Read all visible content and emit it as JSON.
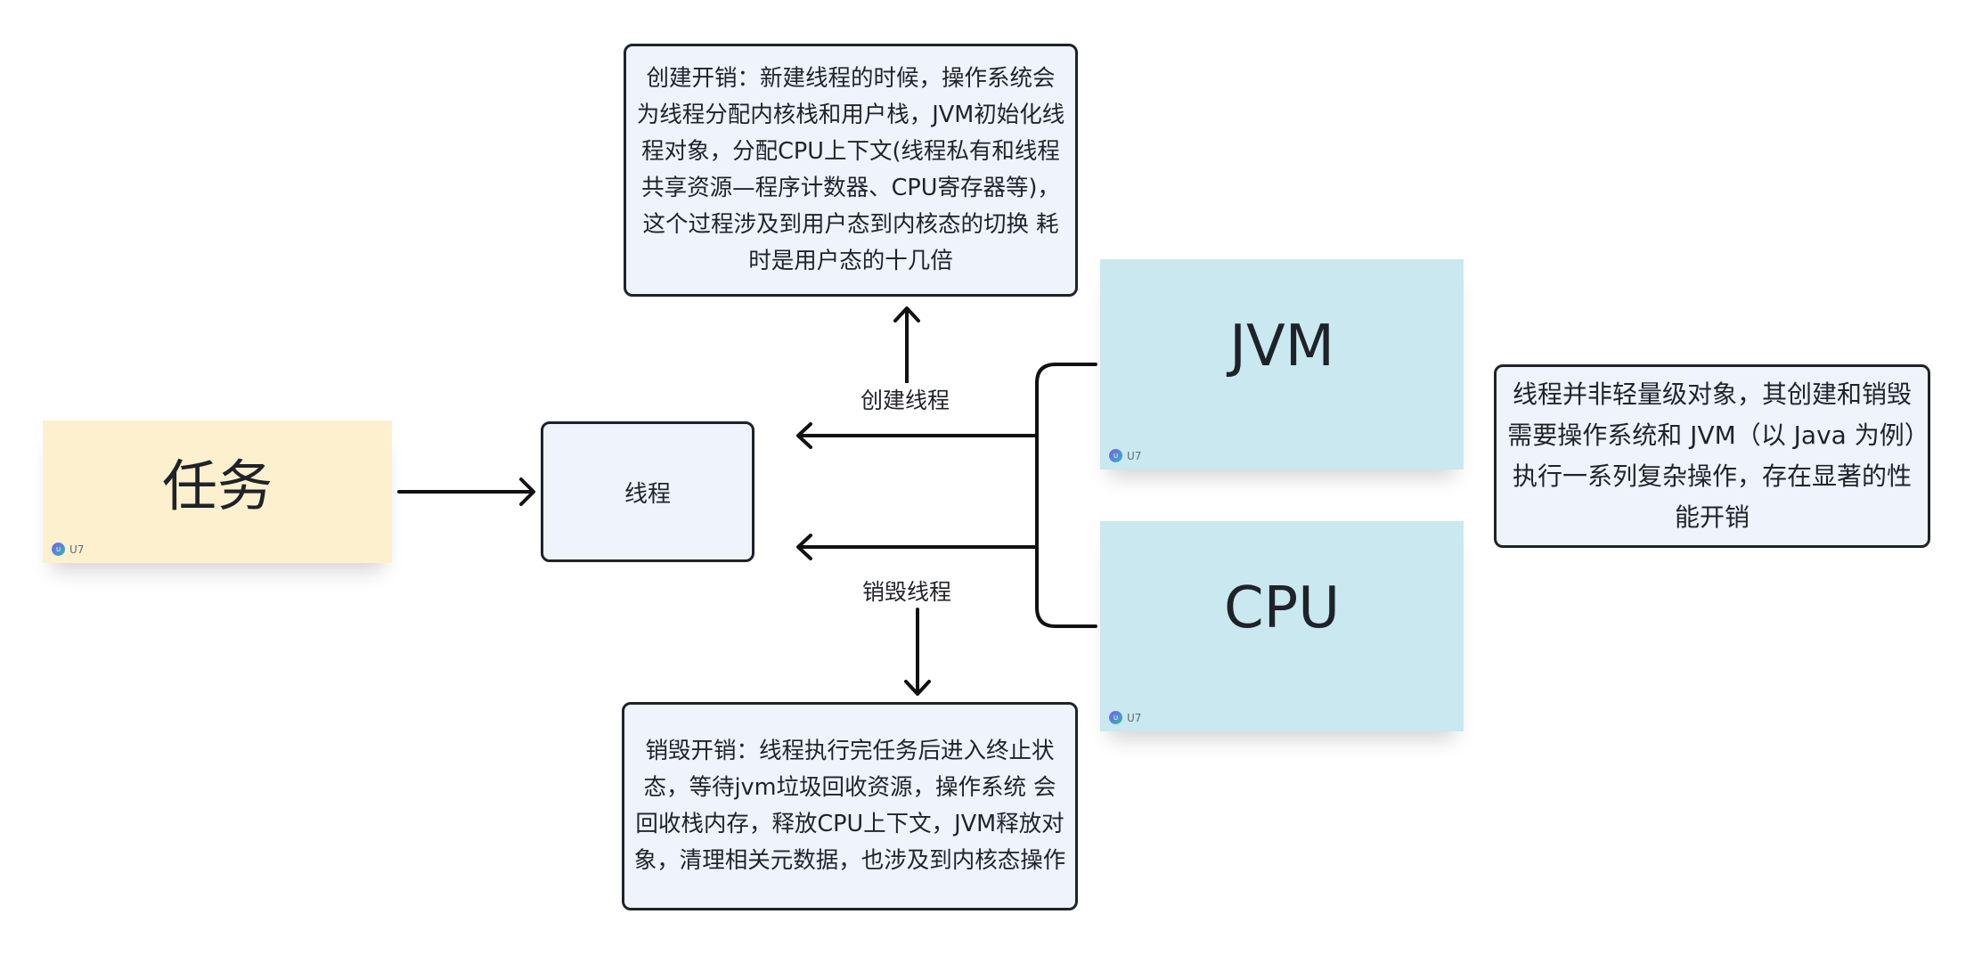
{
  "diagram": {
    "nodes": {
      "task": {
        "label": "任务",
        "author": "U7",
        "avatar_initial": "U",
        "color": "#fdf0cf"
      },
      "thread": {
        "label": "线程"
      },
      "jvm": {
        "label": "JVM",
        "author": "U7",
        "avatar_initial": "U",
        "color": "#c9e8ef"
      },
      "cpu": {
        "label": "CPU",
        "author": "U7",
        "avatar_initial": "U",
        "color": "#c9e8ef"
      },
      "create_cost": {
        "text": "创建开销：新建线程的时候，操作系统会为线程分配内核栈和用户栈，JVM初始化线程对象，分配CPU上下文(线程私有和线程共享资源—程序计数器、CPU寄存器等)，这个过程涉及到用户态到内核态的切换 耗时是用户态的十几倍"
      },
      "destroy_cost": {
        "text": "销毁开销：线程执行完任务后进入终止状态，等待jvm垃圾回收资源，操作系统 会回收栈内存，释放CPU上下文，JVM释放对象，清理相关元数据，也涉及到内核态操作"
      },
      "summary": {
        "text": "线程并非轻量级对象，其创建和销毁需要操作系统和 JVM（以 Java 为例）执行一系列复杂操作，存在显著的性能开销"
      }
    },
    "edges": {
      "create_label": "创建线程",
      "destroy_label": "销毁线程"
    },
    "colors": {
      "box_fill": "#eef3fc",
      "stroke": "#1f2329"
    }
  }
}
